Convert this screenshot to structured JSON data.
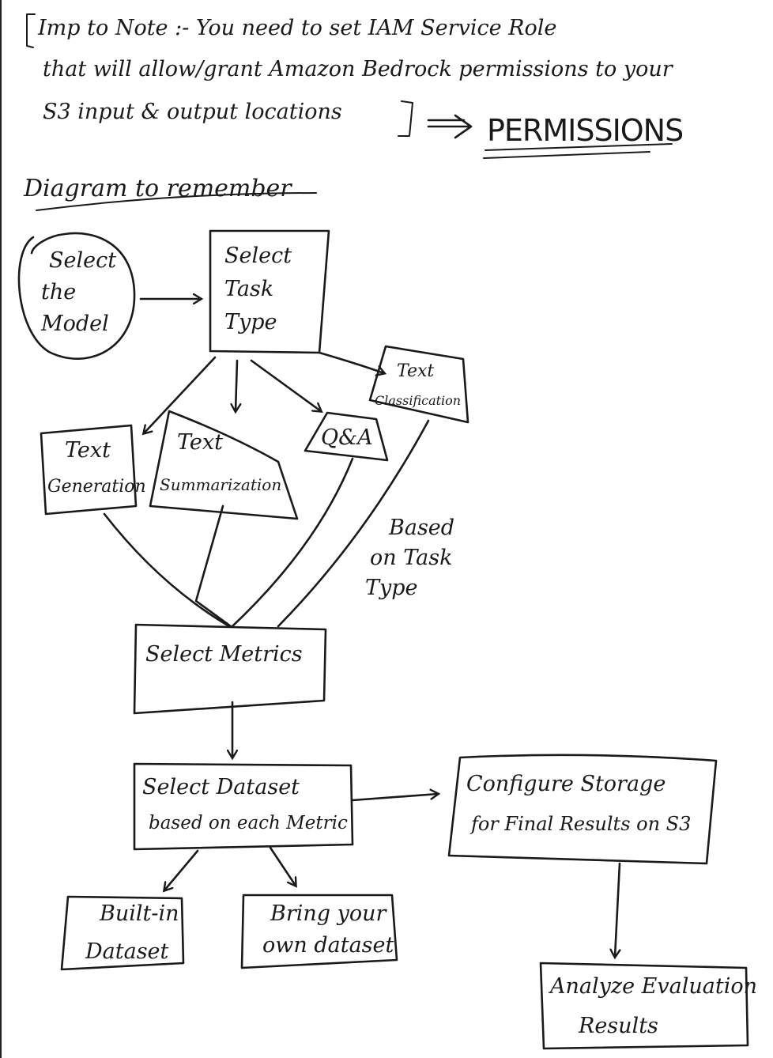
{
  "note": {
    "line1": "Imp to Note :- You need to set IAM Service Role",
    "line2": "that will allow/grant Amazon Bedrock permissions to your",
    "line3": "S3 input & output locations",
    "keyword": "PERMISSIONS"
  },
  "diagram_title": "Diagram to remember",
  "nodes": {
    "select_model": [
      "Select",
      "the",
      "Model"
    ],
    "select_task_type": [
      "Select",
      "Task",
      "Type"
    ],
    "text_classification": [
      "Text",
      "Classification"
    ],
    "text_generation": [
      "Text",
      "Generation"
    ],
    "text_summarization": [
      "Text",
      "Summarization"
    ],
    "qa": [
      "Q&A"
    ],
    "select_metrics": [
      "Select Metrics"
    ],
    "select_dataset": [
      "Select Dataset",
      "based on each Metric"
    ],
    "configure_storage": [
      "Configure Storage",
      "for Final Results on S3"
    ],
    "builtin_dataset": [
      "Built-in",
      "Dataset"
    ],
    "bring_own_dataset": [
      "Bring your",
      "own dataset"
    ],
    "analyze_results": [
      "Analyze Evaluation",
      "Results"
    ]
  },
  "edge_label": [
    "Based",
    "on Task",
    "Type"
  ]
}
